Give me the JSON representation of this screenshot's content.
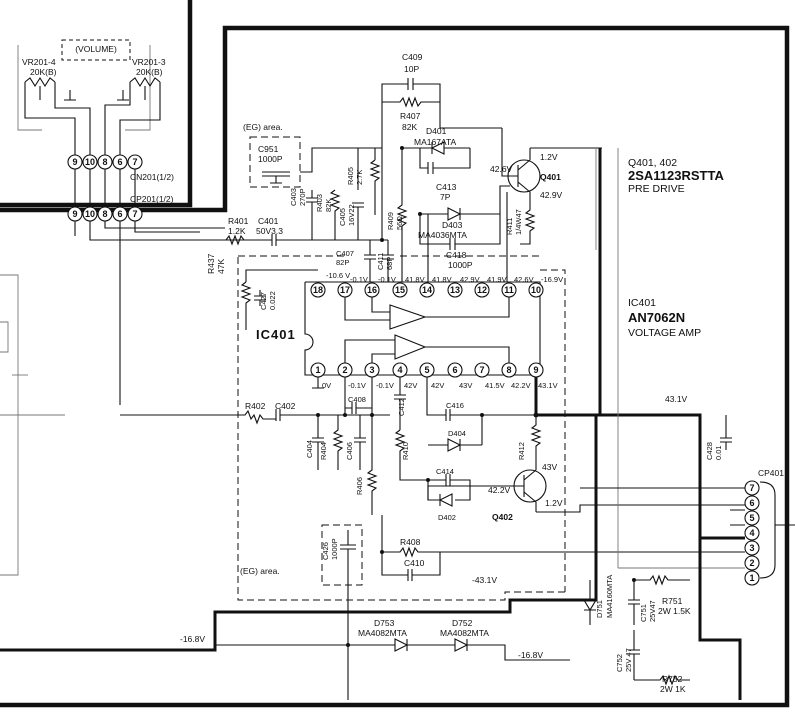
{
  "volume": {
    "title": "(VOLUME)",
    "vr_left": "VR201-4",
    "vr_left_val": "20K(B)",
    "vr_right": "VR201-3",
    "vr_right_val": "20K(B)"
  },
  "connectors": {
    "cn201": "CN201(1/2)",
    "cp201": "CP201(1/2)",
    "cn_pins": [
      "9",
      "10",
      "8",
      "6",
      "7"
    ],
    "cp401": "CP401",
    "cp401_pins": [
      "7",
      "6",
      "5",
      "4",
      "3",
      "2",
      "1"
    ]
  },
  "eg_area": "(EG) area.",
  "ic": {
    "name": "IC401",
    "top_pins": [
      "18",
      "17",
      "16",
      "15",
      "14",
      "13",
      "12",
      "11",
      "10"
    ],
    "bottom_pins": [
      "1",
      "2",
      "3",
      "4",
      "5",
      "6",
      "7",
      "8",
      "9"
    ],
    "top_volts": [
      "-10.6 V",
      "-0.1V",
      "-0.1V",
      "41.8V",
      "41.8V",
      "42.9V",
      "41.9V",
      "42.6V",
      "-16.9V"
    ],
    "bottom_volts": [
      "0V",
      "-0.1V",
      "-0.1V",
      "42V",
      "42V",
      "43V",
      "41.5V",
      "42.2V",
      "43.1V"
    ]
  },
  "components": {
    "c409": "C409",
    "c409v": "10P",
    "r407": "R407",
    "r407v": "82K",
    "d401": "D401",
    "d401v": "MA167ATA",
    "c413": "C413",
    "c413v": "7P",
    "d403": "D403",
    "d403v": "MA4036MTA",
    "c418": "C418",
    "c418v": "1000P",
    "r409": "R409",
    "r409v": "56Ω",
    "r411": "R411",
    "r411v": "1/4W47",
    "c951": "C951",
    "c951v": "1000P",
    "r405": "R405",
    "r405v": "2.7K",
    "c405": "C405",
    "c405v": "16V22",
    "c403": "C403",
    "c403v": "270P",
    "r403": "R403",
    "r403v": "82K",
    "c407": "C407",
    "c407v": "82P",
    "c411": "C411",
    "c411v": "68P",
    "r401": "R401",
    "r401v": "1.2K",
    "c401": "C401",
    "c401v": "50V3.3",
    "r437": "R437",
    "r437v": "47K",
    "c427": "C427",
    "c427v": "0.022",
    "r402": "R402",
    "c402": "C402",
    "c408": "C408",
    "c412": "C412",
    "c416": "C416",
    "c404": "C404",
    "r404": "R404",
    "c406": "C406",
    "r406": "R406",
    "r410": "R410",
    "d404": "D404",
    "r412": "R412",
    "c414": "C414",
    "d402": "D402",
    "c426": "C426",
    "c426v": "1000P",
    "r408": "R408",
    "c410": "C410",
    "c428": "C428",
    "c428v": "0.01",
    "d751": "D751",
    "d751v": "MA4160MTA",
    "c751": "C751",
    "c751v": "25V47",
    "r751": "R751",
    "r751v": "2W 1.5K",
    "c752": "C752",
    "c752v": "25V 47",
    "r752": "R752",
    "r752v": "2W 1K",
    "d753": "D753",
    "d753v": "MA4082MTA",
    "d752": "D752",
    "d752v": "MA4082MTA"
  },
  "transistors": {
    "q401": "Q401",
    "q402": "Q402"
  },
  "voltages": {
    "q401_b": "42.6V",
    "q401_c": "1.2V",
    "q401_e": "42.9V",
    "q402_e": "43V",
    "q402_b": "42.2V",
    "q402_c": "1.2V",
    "rail_pos": "43.1V",
    "rail_neg": "-43.1V",
    "neg16_left": "-16.8V",
    "neg16_right": "-16.8V"
  },
  "info": {
    "q_title": "Q401, 402",
    "q_part": "2SA1123RSTTA",
    "q_desc": "PRE DRIVE",
    "ic_title": "IC401",
    "ic_part": "AN7062N",
    "ic_desc": "VOLTAGE AMP"
  }
}
